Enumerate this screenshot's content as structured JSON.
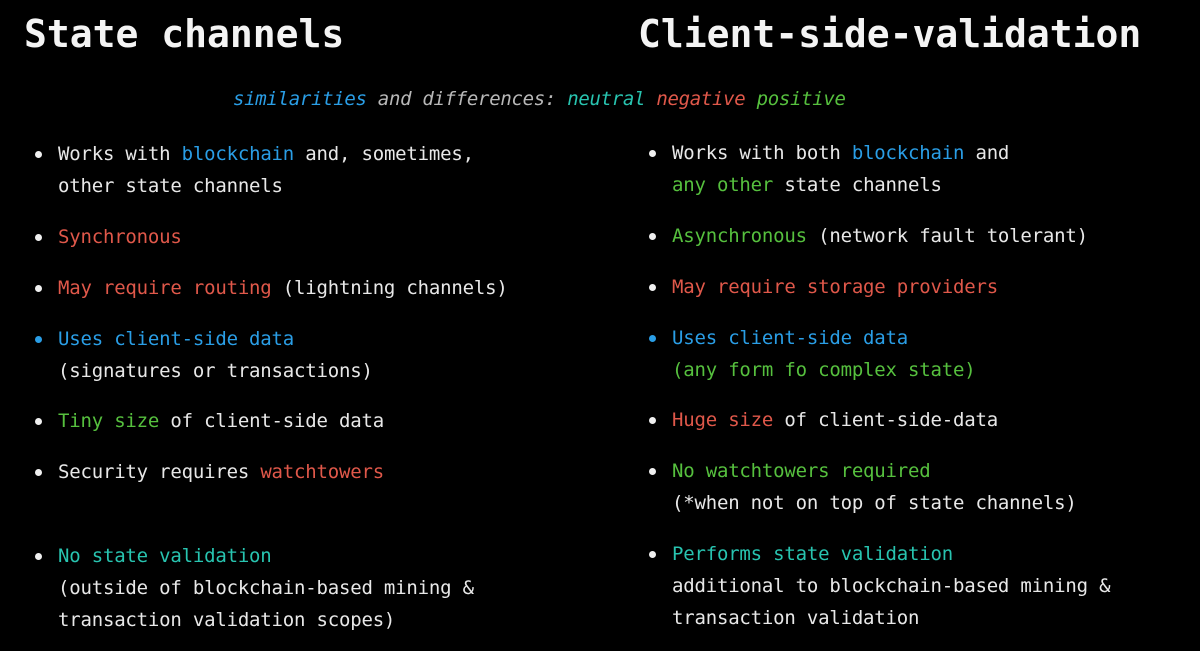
{
  "titles": {
    "left": "State channels",
    "right": "Client-side-validation"
  },
  "legend": {
    "similarities": "similarities",
    "and_differences": " and differences: ",
    "neutral": "neutral",
    "negative": "negative",
    "positive": "positive"
  },
  "colors": {
    "background": "#000000",
    "text": "#e8e8e8",
    "similarity_blue": "#2a9ee6",
    "neutral_teal": "#28c4b0",
    "negative_red": "#e0584a",
    "positive_green": "#56c03e"
  },
  "state_channels": {
    "items": [
      {
        "l1a": "Works with ",
        "l1b": "blockchain",
        "l1c": " and, sometimes,",
        "l2": "other state channels"
      },
      {
        "l1a": "Synchronous"
      },
      {
        "l1a": "May require routing",
        "l1b": " (lightning channels)"
      },
      {
        "l1a": "Uses client-side data",
        "l2": "(signatures or transactions)"
      },
      {
        "l1a": "Tiny size",
        "l1b": " of client-side data"
      },
      {
        "l1a": "Security requires ",
        "l1b": "watchtowers"
      },
      {
        "l1a": "No state validation",
        "l2": "(outside of blockchain-based mining &",
        "l3": "transaction validation scopes)"
      }
    ]
  },
  "client_side_validation": {
    "items": [
      {
        "l1a": "Works with both ",
        "l1b": "blockchain",
        "l1c": " and",
        "l2a": "any other",
        "l2b": " state channels"
      },
      {
        "l1a": "Asynchronous",
        "l1b": " (network fault tolerant)"
      },
      {
        "l1a": "May require storage providers"
      },
      {
        "l1a": "Uses client-side data",
        "l2": "(any form fo complex state)"
      },
      {
        "l1a": "Huge size",
        "l1b": " of client-side-data"
      },
      {
        "l1a": "No watchtowers required",
        "l2": "(*when not on top of state channels)"
      },
      {
        "l1a": "Performs state validation",
        "l2": "additional to blockchain-based mining &",
        "l3": "transaction validation"
      }
    ]
  }
}
